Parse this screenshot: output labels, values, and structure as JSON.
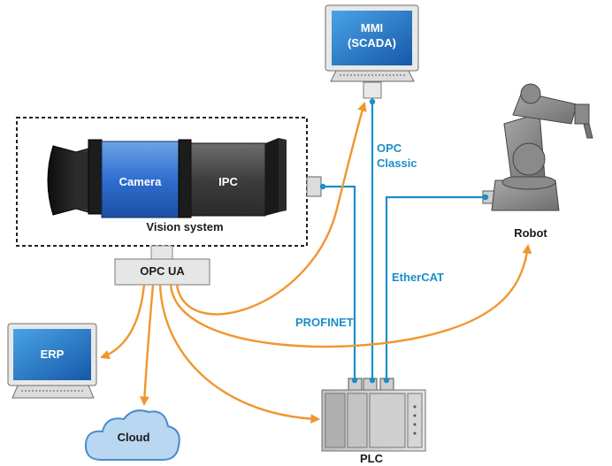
{
  "nodes": {
    "mmi": {
      "line1": "MMI",
      "line2": "(SCADA)"
    },
    "camera": "Camera",
    "ipc": "IPC",
    "vision": "Vision system",
    "opcua": "OPC UA",
    "erp": "ERP",
    "cloud": "Cloud",
    "plc": "PLC",
    "robot": "Robot"
  },
  "links": {
    "opc_classic_1": "OPC",
    "opc_classic_2": "Classic",
    "ethercat": "EtherCAT",
    "profinet": "PROFINET"
  },
  "colors": {
    "fieldbus": "#1b8ec8",
    "opcua_arrow": "#f0962e",
    "screen": "#1f74c4",
    "device_gray": "#8f8f8f"
  }
}
